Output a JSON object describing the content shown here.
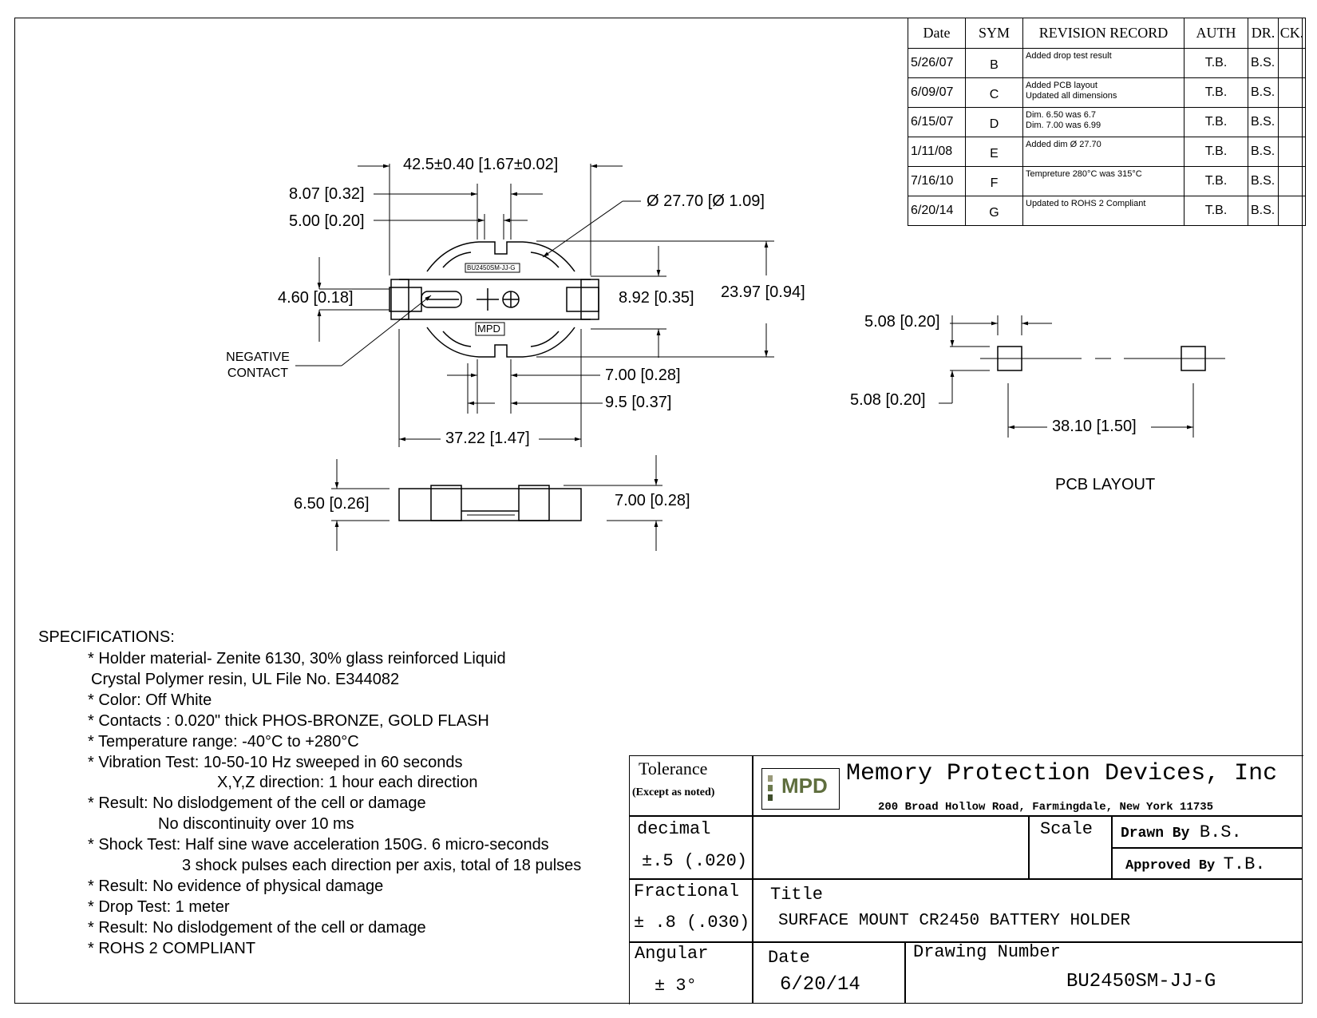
{
  "revision_table": {
    "headers": {
      "date": "Date",
      "sym": "SYM",
      "record": "REVISION  RECORD",
      "auth": "AUTH",
      "dr": "DR.",
      "ck": "CK."
    },
    "rows": [
      {
        "date": "5/26/07",
        "sym": "B",
        "record": [
          "Added drop test result"
        ],
        "auth": "T.B.",
        "dr": "B.S."
      },
      {
        "date": "6/09/07",
        "sym": "C",
        "record": [
          "Added PCB layout",
          "Updated all dimensions"
        ],
        "auth": "T.B.",
        "dr": "B.S."
      },
      {
        "date": "6/15/07",
        "sym": "D",
        "record": [
          "Dim. 6.50 was 6.7",
          "Dim. 7.00 was 6.99"
        ],
        "auth": "T.B.",
        "dr": "B.S."
      },
      {
        "date": "1/11/08",
        "sym": "E",
        "record": [
          "Added dim Ø 27.70"
        ],
        "auth": "T.B.",
        "dr": "B.S."
      },
      {
        "date": "7/16/10",
        "sym": "F",
        "record": [
          "Tempreture 280°C was 315°C"
        ],
        "auth": "T.B.",
        "dr": "B.S."
      },
      {
        "date": "6/20/14",
        "sym": "G",
        "record": [
          "Updated to ROHS 2 Compliant"
        ],
        "auth": "T.B.",
        "dr": "B.S."
      }
    ]
  },
  "dimensions": {
    "overall_width": "42.5±0.40 [1.67±0.02]",
    "d_8_07": "8.07 [0.32]",
    "d_5_00": "5.00 [0.20]",
    "diameter": "Ø 27.70 [Ø 1.09]",
    "d_4_60": "4.60 [0.18]",
    "d_8_92": "8.92 [0.35]",
    "d_23_97": "23.97 [0.94]",
    "negative_contact": [
      "NEGATIVE",
      "CONTACT"
    ],
    "d_7_00_top": "7.00 [0.28]",
    "d_9_5": "9.5 [0.37]",
    "d_37_22": "37.22 [1.47]",
    "d_6_50": "6.50 [0.26]",
    "d_7_00_side": "7.00 [0.28]",
    "part_label": "BU2450SM-JJ-G",
    "logo_label": "MPD"
  },
  "pcb_layout": {
    "d_5_08_a": "5.08 [0.20]",
    "d_5_08_b": "5.08 [0.20]",
    "d_38_10": "38.10 [1.50]",
    "caption": "PCB LAYOUT"
  },
  "specifications": {
    "heading": "SPECIFICATIONS:",
    "lines": [
      "* Holder material- Zenite 6130, 30% glass reinforced Liquid",
      " Crystal Polymer resin, UL File No. E344082",
      "* Color: Off White",
      "* Contacts : 0.020\" thick PHOS-BRONZE, GOLD FLASH",
      "* Temperature range: -40°C to +280°C",
      "* Vibration Test: 10-50-10 Hz sweeped in 60 seconds",
      "X,Y,Z direction: 1 hour each direction",
      "* Result:  No dislodgement of the cell or damage",
      "No discontinuity over 10 ms",
      "* Shock Test: Half sine  wave acceleration 150G. 6 micro-seconds",
      "3 shock pulses each direction per axis, total of 18 pulses",
      "* Result: No evidence of physical damage",
      "* Drop Test: 1 meter",
      "* Result: No dislodgement of the cell or damage",
      "* ROHS 2 COMPLIANT"
    ]
  },
  "title_block": {
    "tolerance": "Tolerance",
    "except_noted": "(Except as noted)",
    "logo": "MPD",
    "company": "Memory  Protection  Devices,  Inc",
    "address": "200 Broad Hollow Road, Farmingdale, New York 11735",
    "decimal": "decimal",
    "decimal_val": "±.5  (.020)",
    "scale": "Scale",
    "drawn_by_label": "Drawn By",
    "drawn_by": "B.S.",
    "approved_by_label": "Approved By",
    "approved_by": "T.B.",
    "fractional": "Fractional",
    "fractional_val": "±  .8  (.030)",
    "title_label": "Title",
    "title": "SURFACE  MOUNT  CR2450  BATTERY  HOLDER",
    "angular": "Angular",
    "angular_val": "±  3°",
    "date_label": "Date",
    "date": "6/20/14",
    "drawing_number_label": "Drawing  Number",
    "drawing_number": "BU2450SM-JJ-G"
  }
}
